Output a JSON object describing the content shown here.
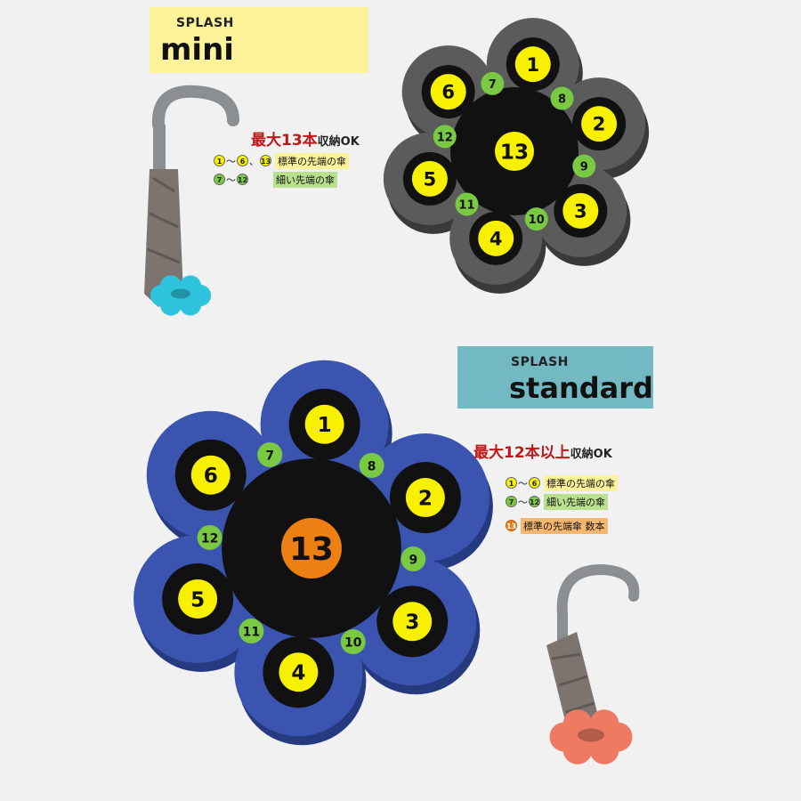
{
  "mini": {
    "brand": "SPLASH",
    "model": "mini",
    "capacity_prefix": "最大13本",
    "capacity_suffix": "収納OK",
    "legend": [
      {
        "from": "1",
        "sep": "〜",
        "to": "6",
        "extra": "、",
        "extra_badge": "13",
        "text": "標準の先端の傘",
        "color": "yellow"
      },
      {
        "from": "7",
        "sep": "〜",
        "to": "12",
        "text": "細い先端の傘",
        "color": "green"
      }
    ],
    "slots": [
      {
        "num": "1",
        "kind": "yellow"
      },
      {
        "num": "2",
        "kind": "yellow"
      },
      {
        "num": "3",
        "kind": "yellow"
      },
      {
        "num": "4",
        "kind": "yellow"
      },
      {
        "num": "5",
        "kind": "yellow"
      },
      {
        "num": "6",
        "kind": "yellow"
      },
      {
        "num": "7",
        "kind": "green"
      },
      {
        "num": "8",
        "kind": "green"
      },
      {
        "num": "9",
        "kind": "green"
      },
      {
        "num": "10",
        "kind": "green"
      },
      {
        "num": "11",
        "kind": "green"
      },
      {
        "num": "12",
        "kind": "green"
      },
      {
        "num": "13",
        "kind": "yellow"
      }
    ],
    "stand_color": "#5b5b5b",
    "mini_photo_color": "#2ec3dc"
  },
  "standard": {
    "brand": "SPLASH",
    "model": "standard",
    "capacity_prefix": "最大12本以上",
    "capacity_suffix": "収納OK",
    "legend": [
      {
        "from": "1",
        "sep": "〜",
        "to": "6",
        "text": "標準の先端の傘",
        "color": "yellow"
      },
      {
        "from": "7",
        "sep": "〜",
        "to": "12",
        "text": "細い先端の傘",
        "color": "green"
      },
      {
        "from": "13",
        "text": "標準の先端傘 数本",
        "color": "orange"
      }
    ],
    "slots": [
      {
        "num": "1",
        "kind": "yellow"
      },
      {
        "num": "2",
        "kind": "yellow"
      },
      {
        "num": "3",
        "kind": "yellow"
      },
      {
        "num": "4",
        "kind": "yellow"
      },
      {
        "num": "5",
        "kind": "yellow"
      },
      {
        "num": "6",
        "kind": "yellow"
      },
      {
        "num": "7",
        "kind": "green"
      },
      {
        "num": "8",
        "kind": "green"
      },
      {
        "num": "9",
        "kind": "green"
      },
      {
        "num": "10",
        "kind": "green"
      },
      {
        "num": "11",
        "kind": "green"
      },
      {
        "num": "12",
        "kind": "green"
      },
      {
        "num": "13",
        "kind": "orange"
      }
    ],
    "stand_color": "#3a54b0",
    "mini_photo_color": "#ee7a62"
  },
  "colors": {
    "yellow_badge": "#f7f000",
    "green_badge": "#7ac943",
    "orange_badge": "#ee7f12",
    "mini_label_bg": "#fbf29a",
    "standard_label_bg": "#72b9c4",
    "capacity_red": "#c01818"
  }
}
